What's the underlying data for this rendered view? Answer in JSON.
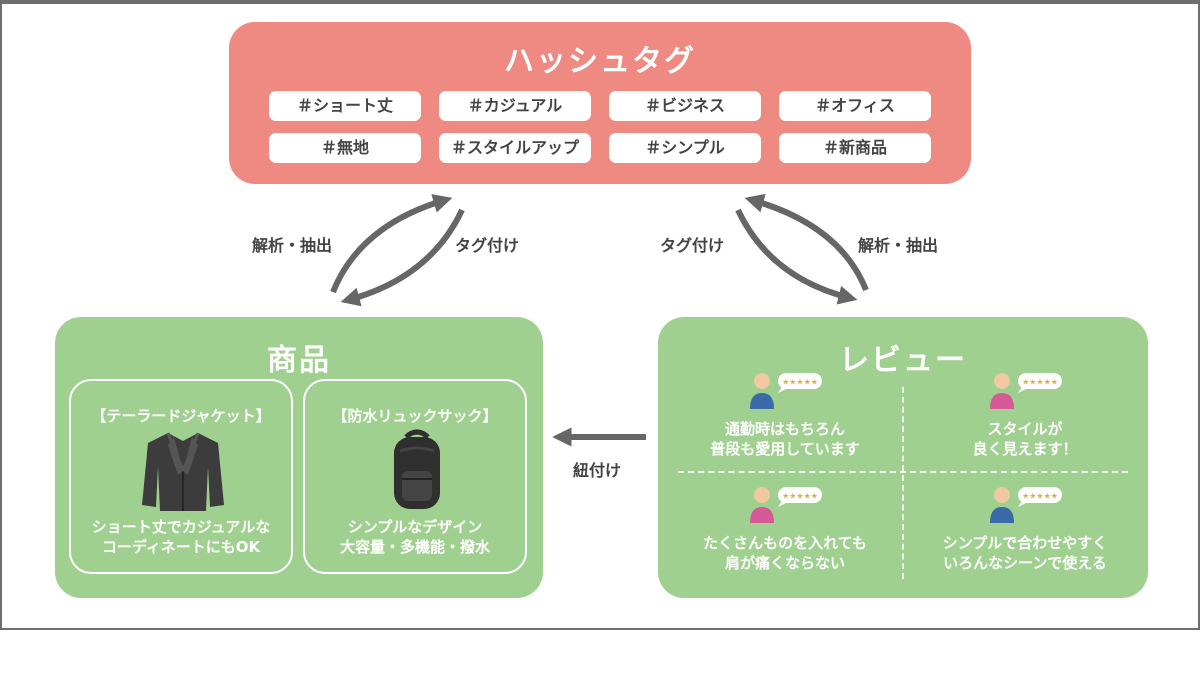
{
  "hashtag": {
    "title": "ハッシュタグ",
    "tags": [
      "＃ショート丈",
      "＃カジュアル",
      "＃ビジネス",
      "＃オフィス",
      "＃無地",
      "＃スタイルアップ",
      "＃シンプル",
      "＃新商品"
    ]
  },
  "arrows": {
    "left_extract": "解析・抽出",
    "left_tagging": "タグ付け",
    "right_tagging": "タグ付け",
    "right_extract": "解析・抽出",
    "link": "紐付け"
  },
  "product": {
    "title": "商品",
    "items": [
      {
        "name": "【テーラードジャケット】",
        "desc1": "ショート丈でカジュアルな",
        "desc2": "コーディネートにもOK",
        "icon": "jacket-icon"
      },
      {
        "name": "【防水リュックサック】",
        "desc1": "シンプルなデザイン",
        "desc2": "大容量・多機能・撥水",
        "icon": "backpack-icon"
      }
    ]
  },
  "review": {
    "title": "レビュー",
    "items": [
      {
        "line1": "通勤時はもちろん",
        "line2": "普段も愛用しています"
      },
      {
        "line1": "スタイルが",
        "line2": "良く見えます！"
      },
      {
        "line1": "たくさんものを入れても",
        "line2": "肩が痛くならない"
      },
      {
        "line1": "シンプルで合わせやすく",
        "line2": "いろんなシーンで使える"
      }
    ]
  },
  "colors": {
    "hashtag_panel": "#ee8a82",
    "green_panel": "#9fd08f",
    "arrow": "#666666"
  }
}
